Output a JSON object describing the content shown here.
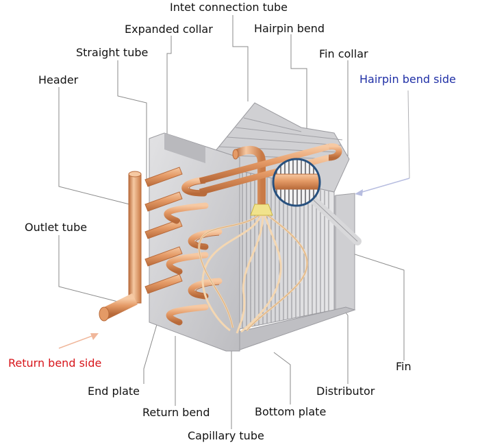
{
  "labels": {
    "intet_connection_tube": "Intet connection tube",
    "expanded_collar": "Expanded collar",
    "hairpin_bend": "Hairpin bend",
    "straight_tube": "Straight tube",
    "fin_collar": "Fin collar",
    "header": "Header",
    "hairpin_bend_side": "Hairpin bend side",
    "outlet_tube": "Outlet tube",
    "return_bend_side": "Return bend side",
    "fin": "Fin",
    "end_plate": "End plate",
    "distributor": "Distributor",
    "return_bend": "Return bend",
    "bottom_plate": "Bottom plate",
    "capillary_tube": "Capillary tube"
  },
  "colors": {
    "copper": "#e49a66",
    "copper_dark": "#b86a3a",
    "copper_light": "#f6c9a3",
    "plate": "#d3d3d5",
    "plate_dark": "#a9a9ad",
    "fin_line": "#8e8e93",
    "leader": "#8a8a8a",
    "hairpin_side_accent": "#1f2fa6",
    "return_side_accent": "#d7141a",
    "magnifier_ring": "#27507e"
  }
}
